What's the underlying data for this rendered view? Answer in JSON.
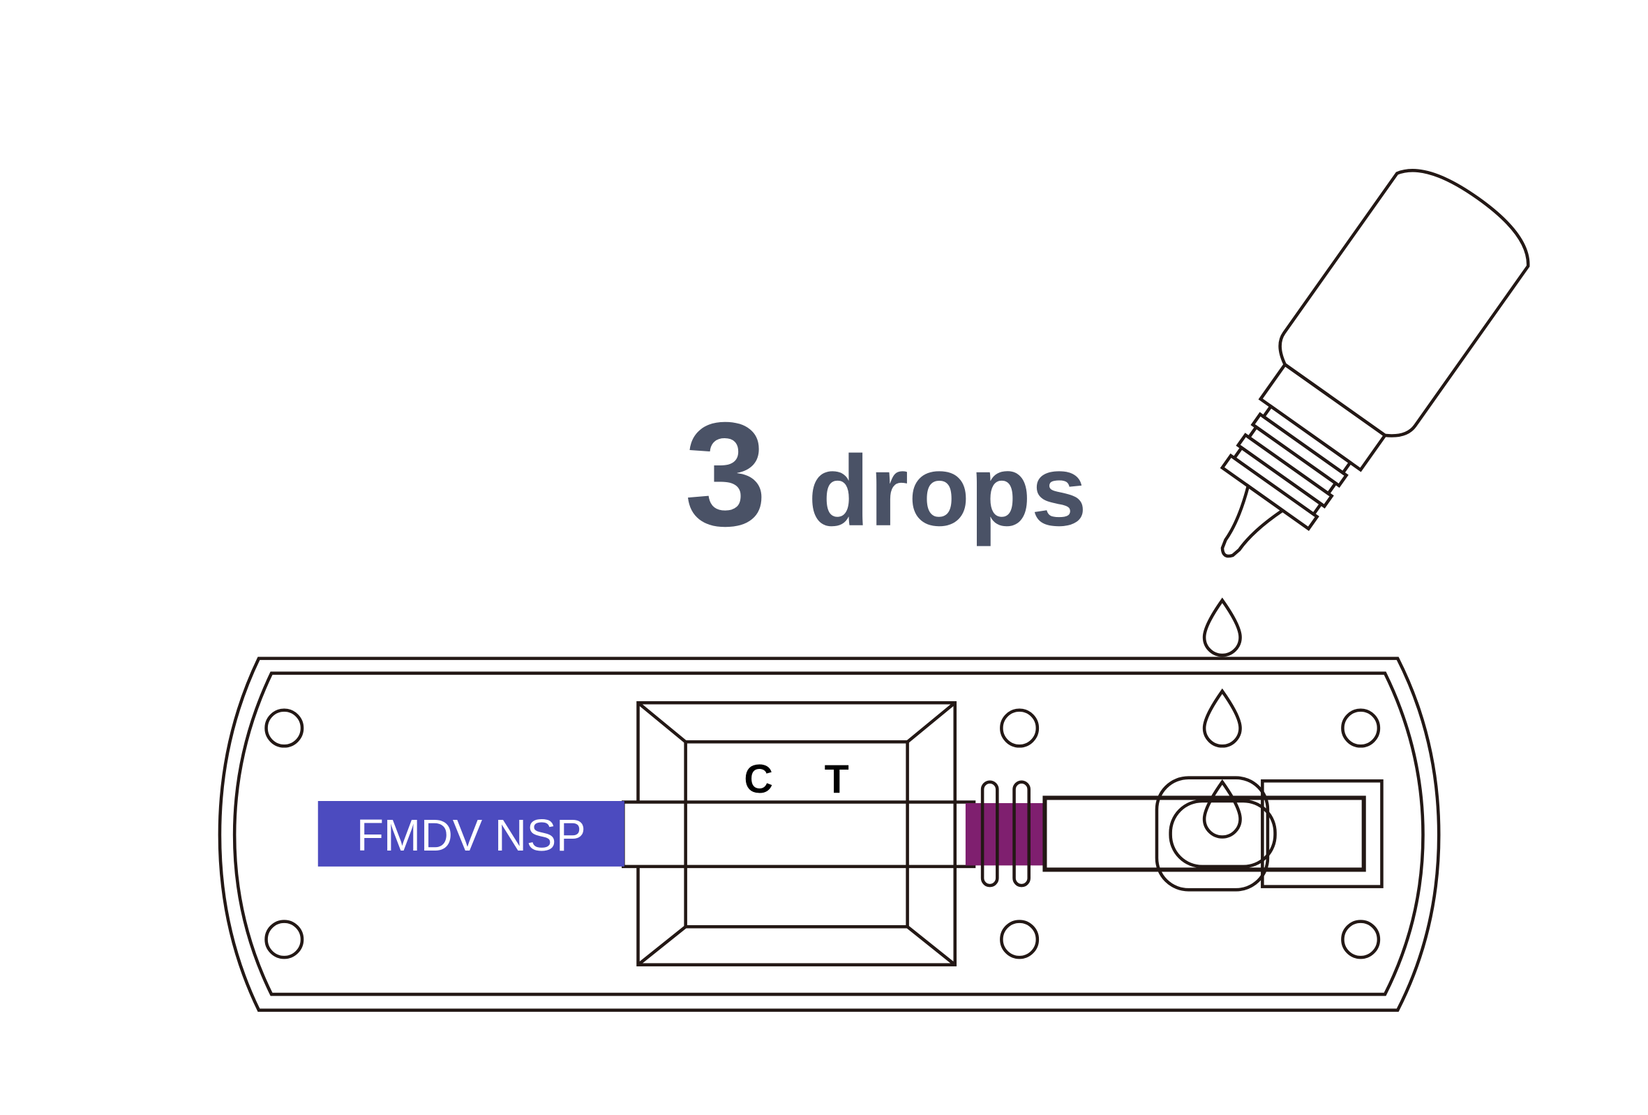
{
  "instruction": {
    "count": "3",
    "unit": "drops"
  },
  "cassette": {
    "label": "FMDV NSP",
    "control_mark": "C",
    "test_mark": "T"
  },
  "colors": {
    "label_bg": "#4c4bbf",
    "conjugate_pad": "#7f1f6f",
    "text": "#4a5266",
    "cassette": "#ededef"
  }
}
